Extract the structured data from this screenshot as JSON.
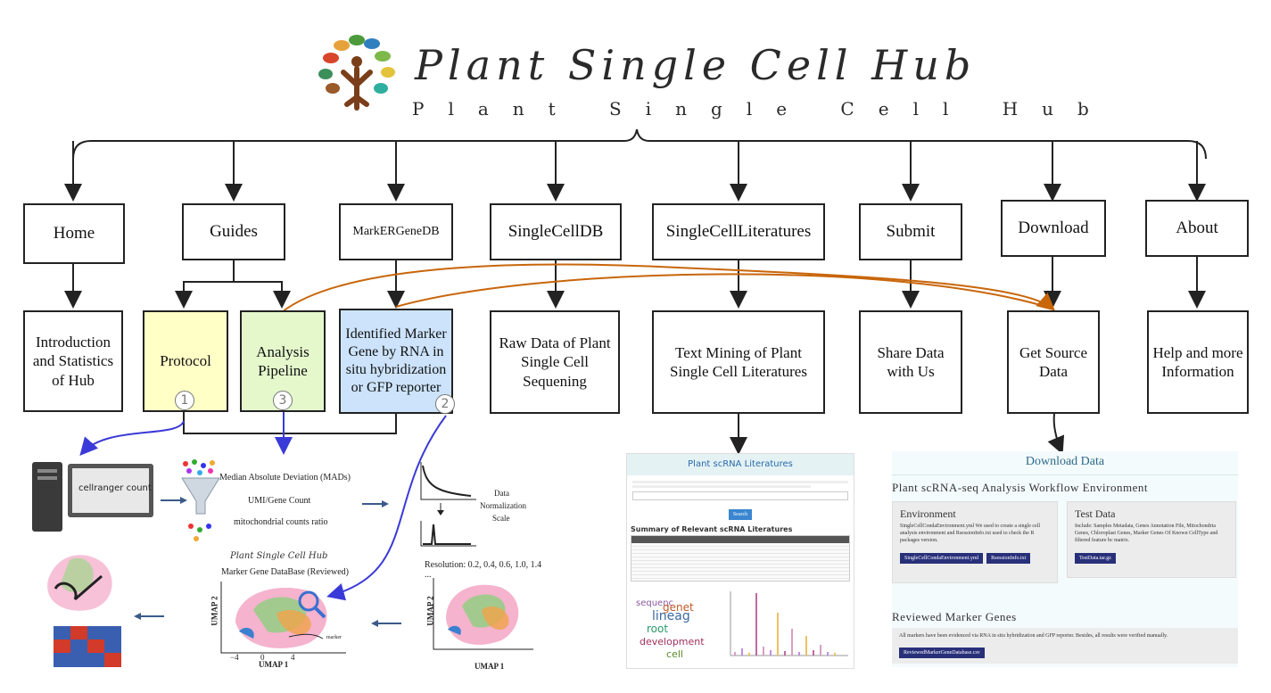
{
  "header": {
    "title": "Plant Single Cell Hub",
    "subtitle": "Plant Single Cell Hub"
  },
  "nav": [
    {
      "label": "Home"
    },
    {
      "label": "Guides"
    },
    {
      "label": "MarkERGeneDB"
    },
    {
      "label": "SingleCellDB"
    },
    {
      "label": "SingleCellLiteratures"
    },
    {
      "label": "Submit"
    },
    {
      "label": "Download"
    },
    {
      "label": "About"
    }
  ],
  "subs": {
    "home": "Introduction and Statistics of Hub",
    "protocol": "Protocol",
    "pipeline": "Analysis Pipeline",
    "marker": "Identified Marker Gene by RNA in situ hybridization or GFP reporter",
    "raw": "Raw Data of Plant Single Cell Sequening",
    "text": "Text Mining of Plant Single Cell Literatures",
    "share": "Share Data with Us",
    "source": "Get Source Data",
    "help": "Help and more Information"
  },
  "badges": {
    "protocol": "1",
    "marker": "2",
    "pipeline": "3"
  },
  "colors": {
    "protocol_bg": "#ffffc6",
    "pipeline_bg": "#e4f8cc",
    "marker_bg": "#cce3fb",
    "orange": "#c8660a",
    "blue": "#3a3ad8",
    "button": "#28307a"
  },
  "pipeline_panel": {
    "cellranger_label": "cellranger count",
    "qc_items": [
      "Median Absolute Deviation (MADs)",
      "UMI/Gene Count",
      "mitochondrial counts ratio"
    ],
    "norm_items": [
      "Data",
      "Normalization",
      "Scale"
    ],
    "db_title": "Plant Single Cell Hub",
    "db_caption": "Marker Gene DataBase (Reviewed)",
    "resolution": "Resolution: 0.2, 0.4, 0.6, 1.0, 1.4 ...",
    "umap_x": "UMAP 1",
    "umap_y": "UMAP 2",
    "umap_ticks": [
      "−4",
      "0",
      "4"
    ],
    "marker_label": "marker"
  },
  "lit_panel": {
    "title": "Plant scRNA Literatures",
    "summary": "Summary of Relevant scRNA Literatures",
    "button": "Search",
    "words": [
      "lineag",
      "root",
      "genet",
      "development",
      "cell",
      "sequenc"
    ]
  },
  "download_panel": {
    "title": "Download Data",
    "section1": "Plant scRNA-seq Analysis Workflow Environment",
    "env_title": "Environment",
    "env_text": "SingleCellCondaEnvironment.yml  We used to create a single cell analysis environment and  RsessionInfo.txt  used to check the R packages version.",
    "env_buttons": [
      "SingleCellCondaEnvironment.yml",
      "RsessionInfo.txt"
    ],
    "test_title": "Test Data",
    "test_text": "Include: Samples Metadata, Genes Annotation File, Mitochondria Genes, Chloroplast Genes, Marker Genes Of Known CellType and filtered feature bc matrix.",
    "test_button": "TestData.tar.gz",
    "section2": "Reviewed Marker Genes",
    "marker_text": "All markers have been evidenced via RNA in situ hybridization and GFP reporter. Besides, all results were verified manually.",
    "marker_button": "ReviewedMarkerGeneDatabase.csv"
  }
}
